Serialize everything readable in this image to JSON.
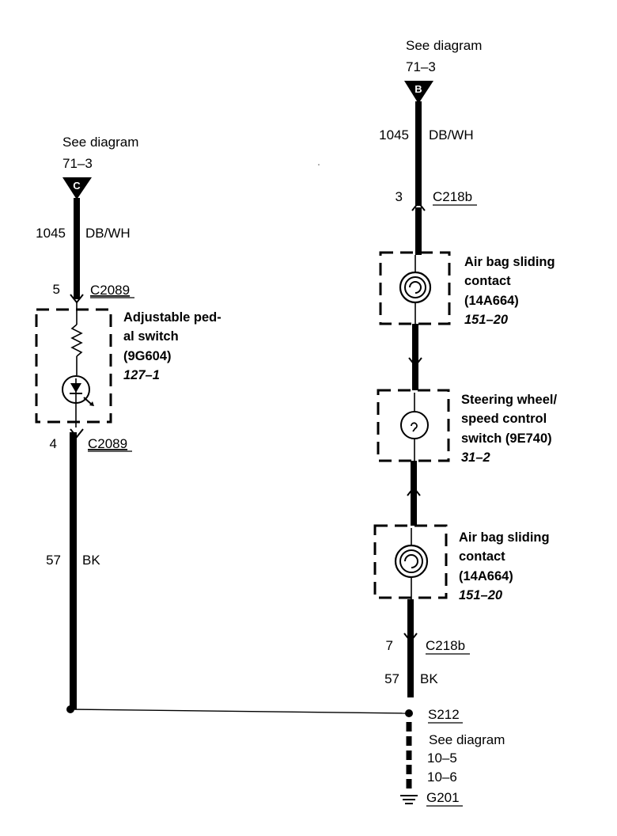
{
  "left_branch": {
    "see_text": "See diagram",
    "see_ref": "71–3",
    "connector_letter": "C",
    "top_wire": {
      "circuit": "1045",
      "color": "DB/WH"
    },
    "top_connector": {
      "pin": "5",
      "name": "C2089"
    },
    "component": {
      "lines": [
        "Adjustable ped-",
        "al switch",
        "(9G604)"
      ],
      "ref": "127–1"
    },
    "bottom_connector": {
      "pin": "4",
      "name": "C2089"
    },
    "bottom_wire": {
      "circuit": "57",
      "color": "BK"
    }
  },
  "right_branch": {
    "see_text": "See diagram",
    "see_ref": "71–3",
    "connector_letter": "B",
    "top_wire": {
      "circuit": "1045",
      "color": "DB/WH"
    },
    "top_connector": {
      "pin": "3",
      "name": "C218b"
    },
    "component_1": {
      "lines": [
        "Air bag sliding",
        "contact",
        "(14A664)"
      ],
      "ref": "151–20"
    },
    "component_2": {
      "lines": [
        "Steering wheel/",
        "speed control",
        "switch (9E740)"
      ],
      "ref": "31–2"
    },
    "component_3": {
      "lines": [
        "Air bag sliding",
        "contact",
        "(14A664)"
      ],
      "ref": "151–20"
    },
    "bottom_connector": {
      "pin": "7",
      "name": "C218b"
    },
    "bottom_wire": {
      "circuit": "57",
      "color": "BK"
    },
    "splice": "S212",
    "ground_see_text": "See diagram",
    "ground_refs": [
      "10–5",
      "10–6"
    ],
    "ground": "G201"
  },
  "colors": {
    "line": "#000000",
    "background": "#ffffff"
  }
}
